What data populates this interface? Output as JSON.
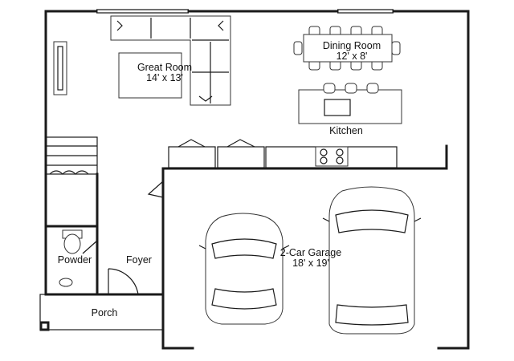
{
  "rooms": {
    "great_room": {
      "name": "Great Room",
      "size": "14' x 13'"
    },
    "dining_room": {
      "name": "Dining Room",
      "size": "12' x 8'"
    },
    "kitchen": {
      "name": "Kitchen"
    },
    "garage": {
      "name": "2-Car Garage",
      "size": "18' x 19'"
    },
    "powder": {
      "name": "Powder"
    },
    "foyer": {
      "name": "Foyer"
    },
    "porch": {
      "name": "Porch"
    }
  }
}
